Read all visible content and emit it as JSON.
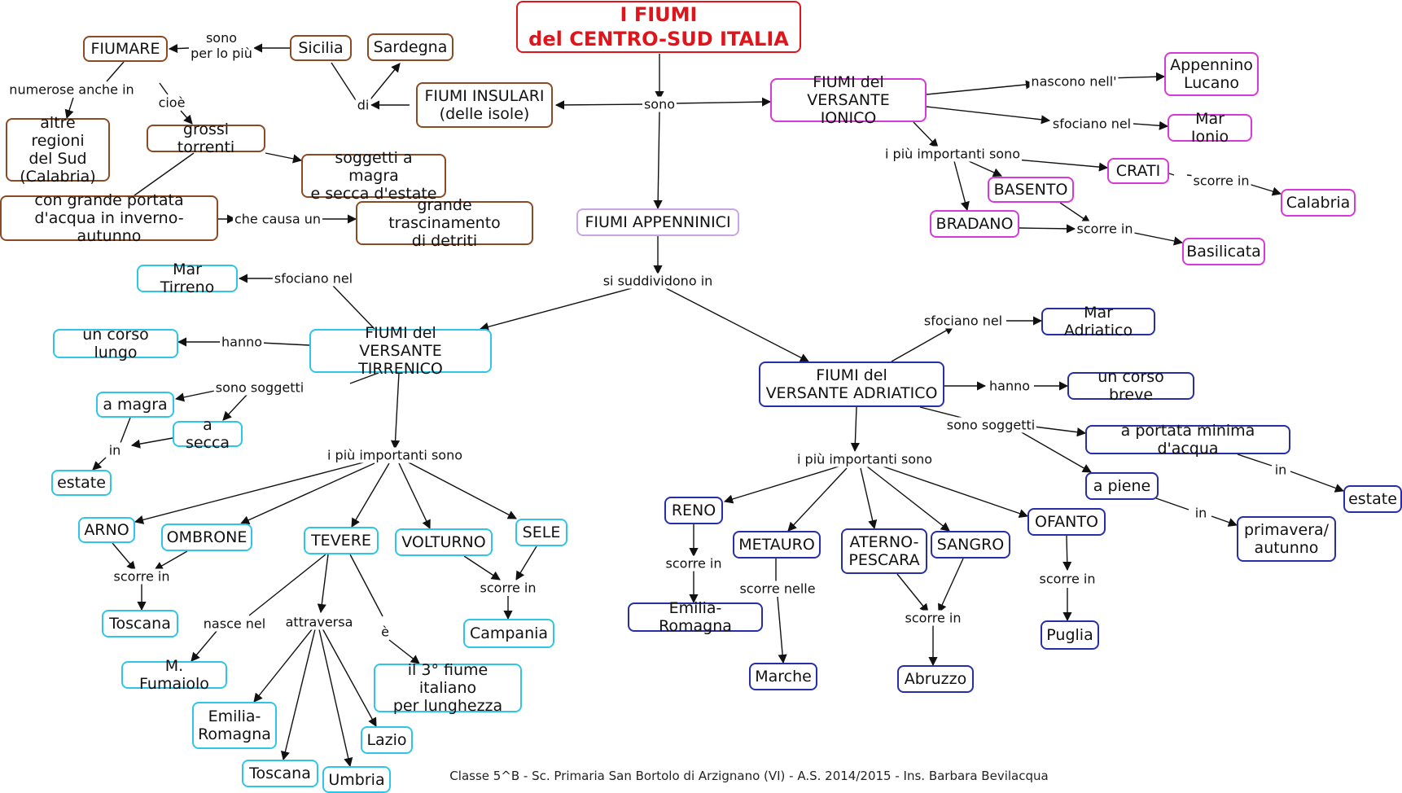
{
  "title": "I FIUMI\ndel CENTRO-SUD ITALIA",
  "colors": {
    "title": "#e0141b",
    "insular": "#8b4a22",
    "ionic": "#d63ad6",
    "apennine": "#c8a6e6",
    "tyrrhenian": "#2fc5e8",
    "adriatic": "#262fa8"
  },
  "nodes": {
    "fiumare": "FIUMARE",
    "sicilia": "Sicilia",
    "sardegna": "Sardegna",
    "altre_regioni": "altre regioni\ndel Sud\n(Calabria)",
    "grossi_torrenti": "grossi torrenti",
    "fiumi_insulari": "FIUMI INSULARI\n(delle isole)",
    "soggetti_magra": "soggetti a magra\ne secca d'estate",
    "grande_portata": "con grande portata\nd'acqua in inverno-autunno",
    "trascinamento": "grande trascinamento\ndi detriti",
    "fiumi_ionico": "FIUMI del\nVERSANTE IONICO",
    "appennino_lucano": "Appennino\nLucano",
    "mar_ionio": "Mar Ionio",
    "crati": "CRATI",
    "basento": "BASENTO",
    "bradano": "BRADANO",
    "calabria": "Calabria",
    "basilicata": "Basilicata",
    "fiumi_appenninici": "FIUMI APPENNINICI",
    "mar_tirreno": "Mar Tirreno",
    "corso_lungo": "un corso lungo",
    "fiumi_tirrenico": "FIUMI del\nVERSANTE TIRRENICO",
    "a_magra": "a magra",
    "a_secca": "a secca",
    "estate_t": "estate",
    "arno": "ARNO",
    "ombrone": "OMBRONE",
    "tevere": "TEVERE",
    "volturno": "VOLTURNO",
    "sele": "SELE",
    "toscana_1": "Toscana",
    "campania": "Campania",
    "fumaiolo": "M. Fumaiolo",
    "terzo_fiume": "il 3° fiume italiano\nper lunghezza",
    "emilia_romagna_t": "Emilia-\nRomagna",
    "lazio": "Lazio",
    "toscana_2": "Toscana",
    "umbria": "Umbria",
    "mar_adriatico": "Mar Adriatico",
    "fiumi_adriatico": "FIUMI del\nVERSANTE ADRIATICO",
    "corso_breve": "un corso breve",
    "portata_minima": "a portata minima d'acqua",
    "estate_a": "estate",
    "a_piene": "a piene",
    "primavera": "primavera/\nautunno",
    "reno": "RENO",
    "metauro": "METAURO",
    "aterno": "ATERNO-\nPESCARA",
    "sangro": "SANGRO",
    "ofanto": "OFANTO",
    "emilia_romagna_a": "Emilia-Romagna",
    "marche": "Marche",
    "abruzzo": "Abruzzo",
    "puglia": "Puglia"
  },
  "labels": {
    "sono_main": "sono",
    "sono_per_lo_piu": "sono\nper lo più",
    "di": "di",
    "numerose": "numerose anche in",
    "cioe": "cioè",
    "che_causa": "che causa un",
    "nascono_nell": "nascono nell'",
    "sfociano_ionio": "sfociano nel",
    "piu_importanti_ionico": "i più importanti sono",
    "scorre_in_crati": "scorre in",
    "scorre_in_bas": "scorre in",
    "si_suddividono": "si suddividono in",
    "sfociano_tirreno": "sfociano nel",
    "hanno_t": "hanno",
    "sono_soggetti_t": "sono soggetti",
    "in_t": "in",
    "piu_importanti_t": "i più importanti sono",
    "scorre_in_arno": "scorre in",
    "scorre_in_volt": "scorre in",
    "nasce_nel": "nasce nel",
    "attraversa": "attraversa",
    "e_tevere": "è",
    "sfociano_adriatico": "sfociano nel",
    "hanno_a": "hanno",
    "sono_soggetti_a": "sono soggetti",
    "in_estate_a": "in",
    "in_prim": "in",
    "piu_importanti_a": "i più importanti sono",
    "scorre_in_reno": "scorre in",
    "scorre_nelle": "scorre nelle",
    "scorre_in_abr": "scorre in",
    "scorre_in_ofanto": "scorre in"
  },
  "footer": "Classe 5^B - Sc. Primaria San Bortolo di Arzignano (VI) - A.S. 2014/2015 - Ins. Barbara Bevilacqua"
}
